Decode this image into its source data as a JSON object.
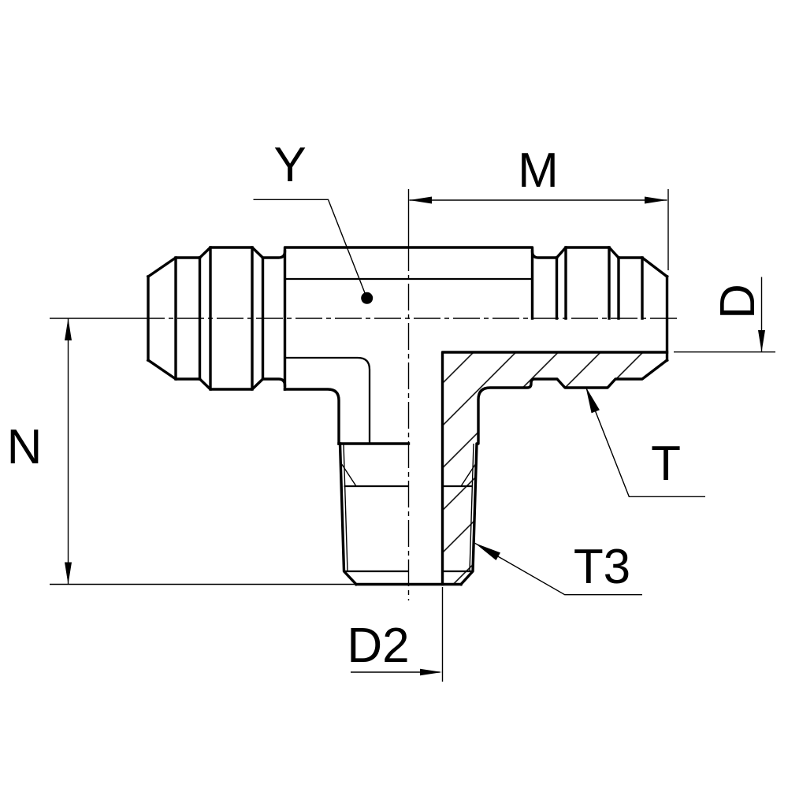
{
  "drawing": {
    "labels": {
      "y": "Y",
      "m": "M",
      "d": "D",
      "n": "N",
      "t": "T",
      "t3": "T3",
      "d2": "D2"
    },
    "colors": {
      "line": "#000000",
      "background": "#ffffff"
    }
  }
}
